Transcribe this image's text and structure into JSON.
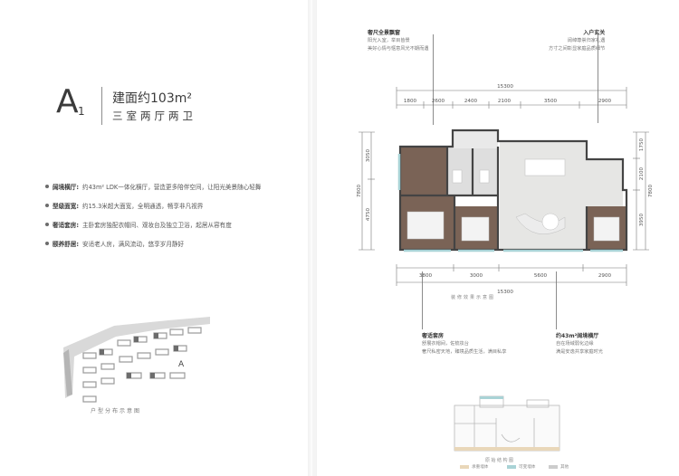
{
  "unit": {
    "code": "A",
    "sub": "1",
    "area_label": "建面约103m²",
    "rooms_label": "三室两厅两卫"
  },
  "features": [
    {
      "title": "阔境横厅:",
      "text": "约43m² LDK一体化横厅，营造更多陪伴空间，让阳光美景随心轻舞"
    },
    {
      "title": "型级面宽:",
      "text": "约15.3米超大面宽，全明通透，畅享非凡视界"
    },
    {
      "title": "奢适套房:",
      "text": "主卧套房独配衣帽间、观妆台及独立卫浴，起居从容有度"
    },
    {
      "title": "颐养舒居:",
      "text": "安适老人房，满风流动，悠享岁月静好"
    }
  ],
  "site_plan": {
    "caption": "户型分布示意图",
    "north": "A"
  },
  "annotations": {
    "top_left": {
      "title": "奢尺全景飘窗",
      "line1": "阳光入室，举目皆景",
      "line2": "美好心情与惬意风光不期而遇"
    },
    "top_right": {
      "title": "入户玄关",
      "line1": "阔绰尊崇归家礼遇",
      "line2": "方寸之间彰显家庭品质细节"
    },
    "bottom_left": {
      "title": "奢适套房",
      "line1": "舒展衣帽间，佐梳妆台",
      "line2": "奢尺私密天地，臻境品质生活，满目私享"
    },
    "bottom_right": {
      "title": "约43m²阔境横厅",
      "line1": "自在场域弱化边缘",
      "line2": "满是安逸共享家庭时光"
    }
  },
  "dimensions": {
    "top_total": "15300",
    "top": [
      "1800",
      "2600",
      "2400",
      "2100",
      "3500",
      "2900"
    ],
    "bottom": [
      "3800",
      "3000",
      "5600",
      "2900"
    ],
    "bottom_total": "15300",
    "left_total": "7800",
    "left": [
      "3050",
      "4750"
    ],
    "right_total": "7800",
    "right": [
      "1750",
      "2100",
      "3950"
    ]
  },
  "plan_caption": "装修效果示意图",
  "structure": {
    "caption": "原始结构图",
    "legend": [
      {
        "label": "承重墙体",
        "color": "#e9d7b9"
      },
      {
        "label": "可变墙体",
        "color": "#a9d3d6"
      },
      {
        "label": "其他",
        "color": "#cccccc"
      }
    ]
  },
  "colors": {
    "wood": "#7a6356",
    "tile": "#e6e6e4",
    "wall": "#444444",
    "balcony": "#cfe6ea"
  }
}
